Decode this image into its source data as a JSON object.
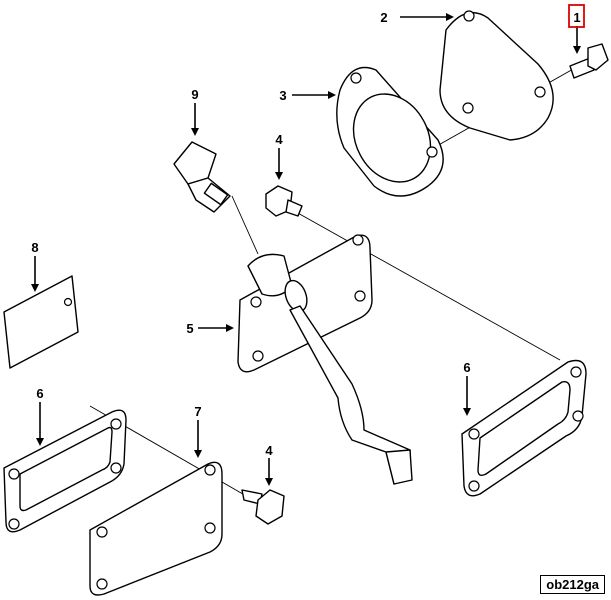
{
  "callouts": [
    {
      "id": "c1",
      "label": "1",
      "highlighted": true
    },
    {
      "id": "c2",
      "label": "2"
    },
    {
      "id": "c3",
      "label": "3"
    },
    {
      "id": "c4a",
      "label": "4"
    },
    {
      "id": "c4b",
      "label": "4"
    },
    {
      "id": "c5",
      "label": "5"
    },
    {
      "id": "c6a",
      "label": "6"
    },
    {
      "id": "c6b",
      "label": "6"
    },
    {
      "id": "c7",
      "label": "7"
    },
    {
      "id": "c8",
      "label": "8"
    },
    {
      "id": "c9",
      "label": "9"
    }
  ],
  "reference_code": "ob212ga",
  "colors": {
    "highlight": "#e00000",
    "line": "#000000"
  }
}
